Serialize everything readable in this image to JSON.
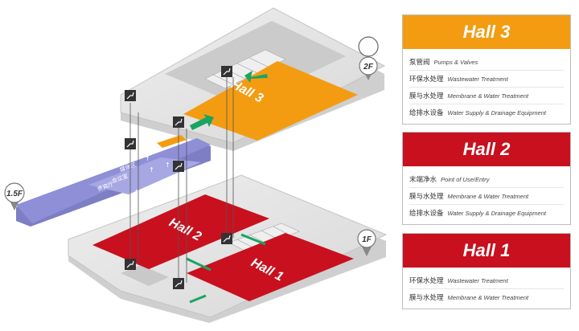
{
  "colors": {
    "hall3": "#f39c12",
    "hall2": "#c8101e",
    "hall1": "#c8101e",
    "mezzanine": "#8e8fd6",
    "floor_gray": "#dcdcdc"
  },
  "floors": {
    "f2": "2F",
    "f15": "1.5F",
    "f1": "1F"
  },
  "map": {
    "hall3": "Hall 3",
    "hall2": "Hall 2",
    "hall1": "Hall 1",
    "mezz_labels": [
      "媒体区",
      "会议室",
      "贵宾厅"
    ]
  },
  "panels": [
    {
      "title": "Hall 3",
      "color": "#f39c12",
      "items": [
        {
          "zh": "泵管阀",
          "en": "Pumps & Valves"
        },
        {
          "zh": "环保水处理",
          "en": "Wastewater Treatment"
        },
        {
          "zh": "膜与水处理",
          "en": "Membrane & Water Treatment"
        },
        {
          "zh": "给排水设备",
          "en": "Water Supply & Drainage Equipment"
        }
      ]
    },
    {
      "title": "Hall 2",
      "color": "#c8101e",
      "items": [
        {
          "zh": "末端净水",
          "en": "Point of Use/Entry"
        },
        {
          "zh": "膜与水处理",
          "en": "Membrane & Water Treatment"
        },
        {
          "zh": "给排水设备",
          "en": "Water Supply & Drainage Equipment"
        }
      ]
    },
    {
      "title": "Hall 1",
      "color": "#c8101e",
      "items": [
        {
          "zh": "环保水处理",
          "en": "Wastewater Treatment"
        },
        {
          "zh": "膜与水处理",
          "en": "Membrane & Water Treatment"
        }
      ]
    }
  ]
}
